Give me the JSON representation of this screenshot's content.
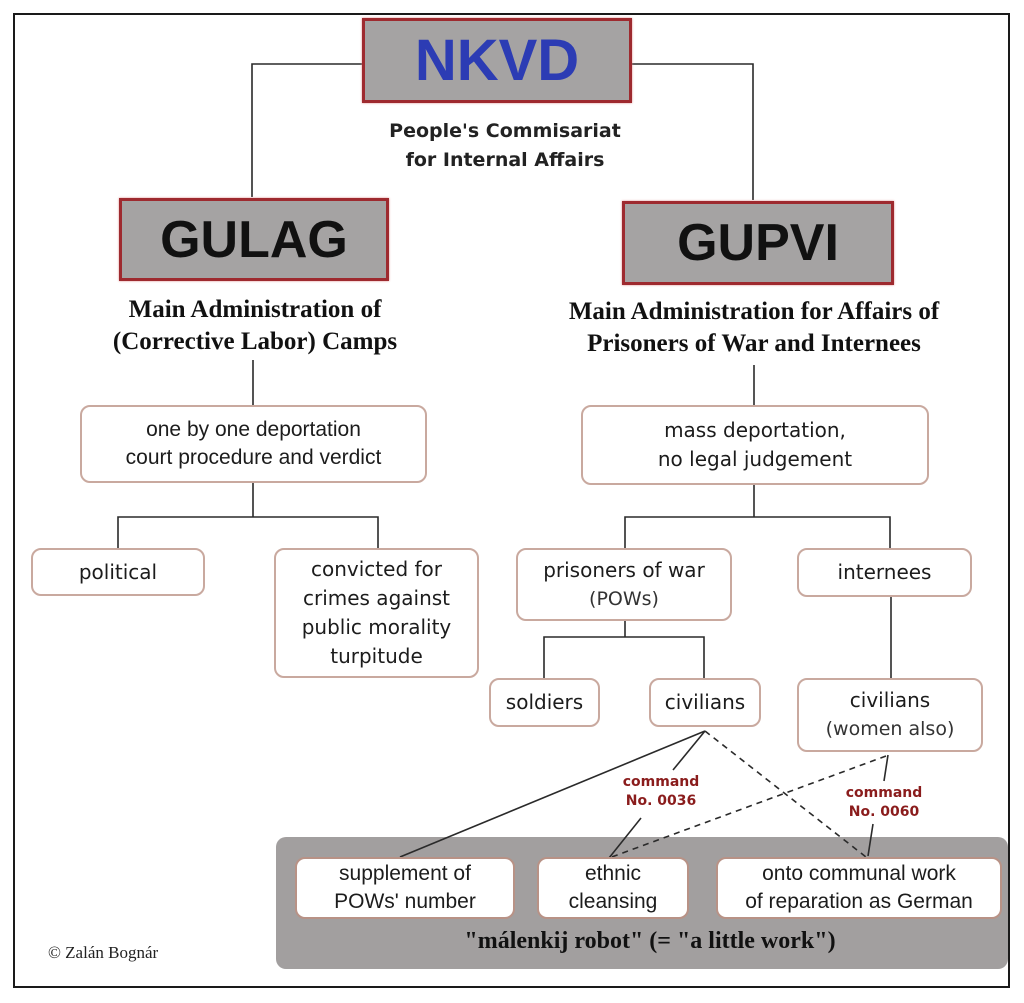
{
  "top": {
    "title": "NKVD",
    "subtitle_lines": [
      "People's Commisariat",
      "for Internal Affairs"
    ]
  },
  "left_branch": {
    "title": "GULAG",
    "subtitle_lines": [
      "Main Administration of",
      "(Corrective Labor) Camps"
    ],
    "process": [
      "one by one deportation",
      "court procedure and verdict"
    ],
    "children": [
      {
        "lines": [
          "political"
        ]
      },
      {
        "lines": [
          "convicted for",
          "crimes against",
          "public morality",
          "turpitude"
        ]
      }
    ]
  },
  "right_branch": {
    "title": "GUPVI",
    "subtitle_lines": [
      "Main Administration for Affairs of",
      "Prisoners of War and Internees"
    ],
    "process": [
      "mass deportation,",
      "no legal judgement"
    ],
    "pows": {
      "label": "prisoners of war",
      "note": "(POWs)"
    },
    "internees": {
      "label": "internees"
    },
    "soldiers": {
      "label": "soldiers"
    },
    "pow_civilians": {
      "label": "civilians"
    },
    "internee_civilians": {
      "label": "civilians",
      "note": "(women also)"
    }
  },
  "commands": [
    {
      "lines": [
        "command",
        "No. 0036"
      ]
    },
    {
      "lines": [
        "command",
        "No. 0060"
      ]
    }
  ],
  "outcomes": [
    {
      "lines": [
        "supplement of",
        "POWs' number"
      ]
    },
    {
      "lines": [
        "ethnic",
        "cleansing"
      ]
    },
    {
      "lines": [
        "onto communal work",
        "of reparation as German"
      ]
    }
  ],
  "band_caption": "\"málenkij robot\" (= \"a little work\")",
  "copyright": "© Zalán Bognár",
  "colors": {
    "nkvd_text": "#2c3cb4",
    "header_box_fill": "#a5a3a3",
    "header_box_border": "#9e2a2f",
    "command_text": "#8a1c1c",
    "band_fill": "#a29f9f"
  }
}
